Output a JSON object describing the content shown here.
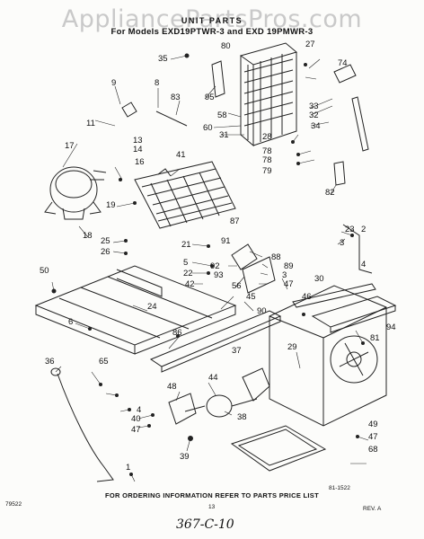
{
  "watermark": "AppliancePartsPros.com",
  "title": {
    "line1": "UNIT PARTS",
    "line2": "For Models EXD19PTWR-3 and EXD 19PMWR-3"
  },
  "callouts": [
    "80",
    "27",
    "35",
    "74",
    "9",
    "8",
    "83",
    "95",
    "58",
    "33",
    "32",
    "34",
    "11",
    "13",
    "14",
    "60",
    "31",
    "28",
    "16",
    "17",
    "78",
    "78",
    "79",
    "41",
    "82",
    "19",
    "87",
    "23",
    "2",
    "18",
    "25",
    "3",
    "21",
    "91",
    "88",
    "26",
    "5",
    "92",
    "89",
    "93",
    "4",
    "3",
    "22",
    "56",
    "47",
    "50",
    "42",
    "45",
    "30",
    "46",
    "24",
    "90",
    "6",
    "94",
    "86",
    "81",
    "37",
    "29",
    "36",
    "65",
    "44",
    "48",
    "4",
    "38",
    "49",
    "40",
    "47",
    "47",
    "39",
    "68",
    "1"
  ],
  "footer": {
    "text": "FOR ORDERING INFORMATION REFER TO PARTS PRICE LIST",
    "left_code": "79522",
    "ref_code": "81-1522",
    "page_no": "13",
    "rev": "REV. A",
    "handwritten": "367-C-10"
  }
}
